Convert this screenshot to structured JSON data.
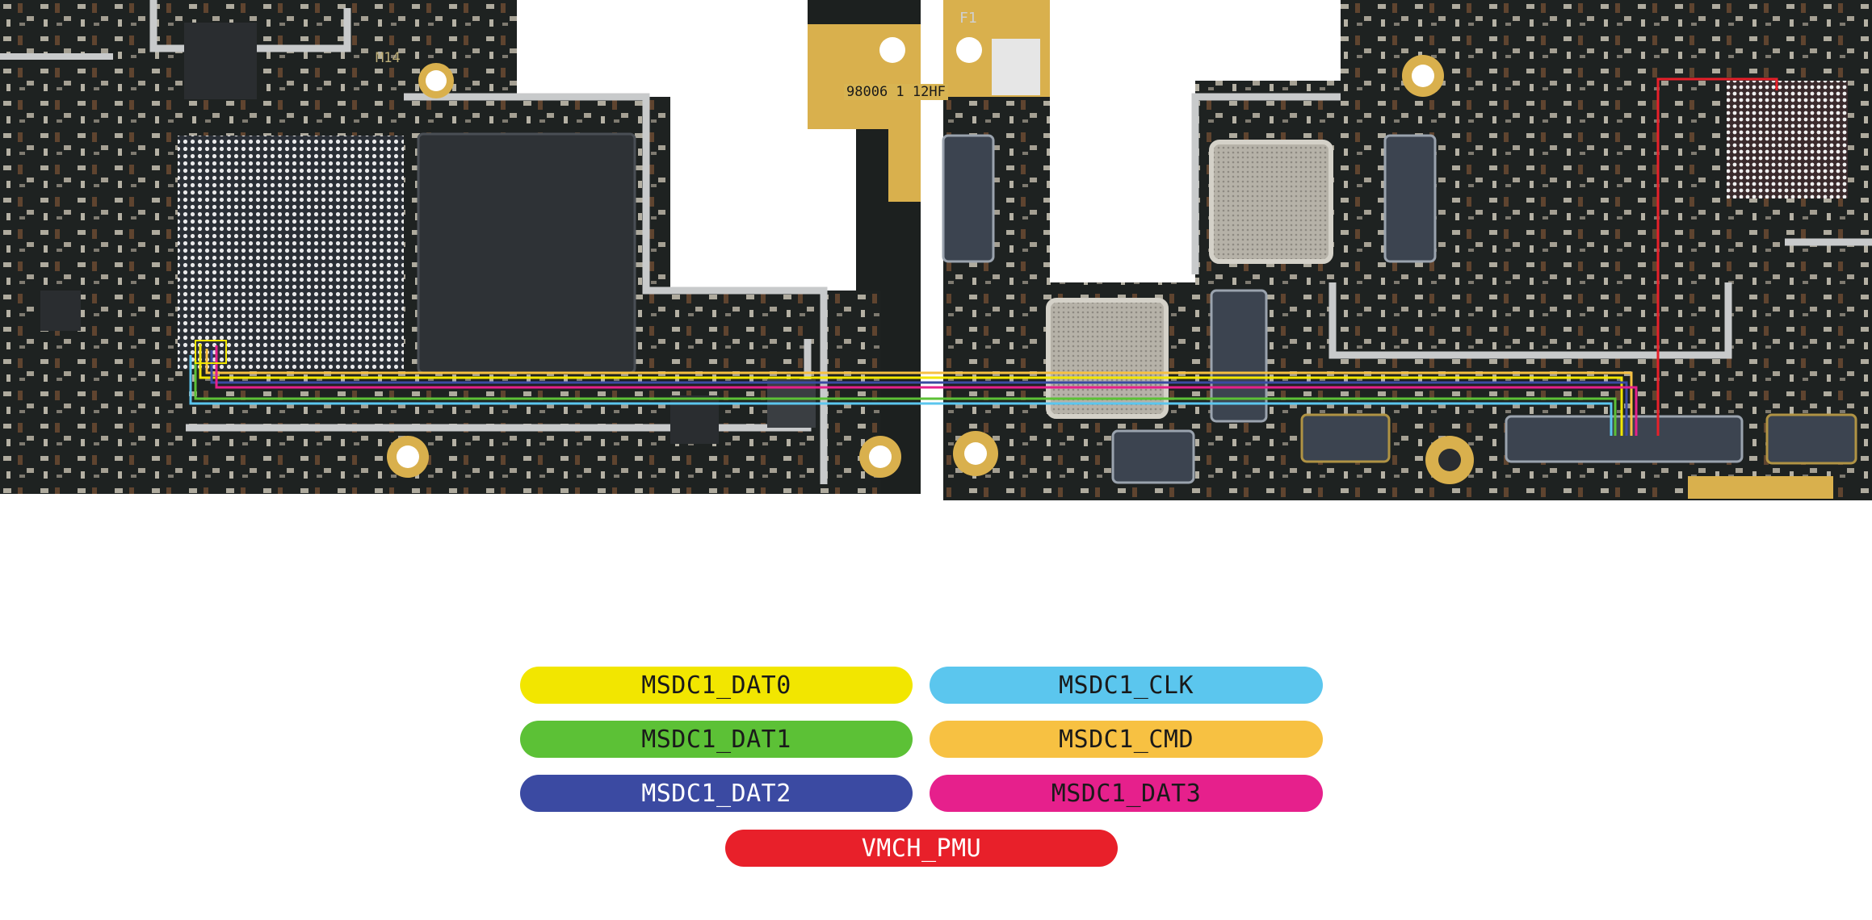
{
  "board": {
    "silkscreen_m14": "M14",
    "silkscreen_f1": "F1",
    "serial_label": "98006 1 12HF"
  },
  "legend": [
    {
      "label": "MSDC1_DAT0",
      "color": "#f2e600",
      "text_color": "#1a1a1a"
    },
    {
      "label": "MSDC1_CLK",
      "color": "#5bc6ee",
      "text_color": "#1a1a1a"
    },
    {
      "label": "MSDC1_DAT1",
      "color": "#5cc136",
      "text_color": "#1a1a1a"
    },
    {
      "label": "MSDC1_CMD",
      "color": "#f7c142",
      "text_color": "#1a1a1a"
    },
    {
      "label": "MSDC1_DAT2",
      "color": "#3b4aa2",
      "text_color": "#ffffff"
    },
    {
      "label": "MSDC1_DAT3",
      "color": "#e6208c",
      "text_color": "#1a1a1a"
    },
    {
      "label": "VMCH_PMU",
      "color": "#e8202a",
      "text_color": "#ffffff"
    }
  ]
}
